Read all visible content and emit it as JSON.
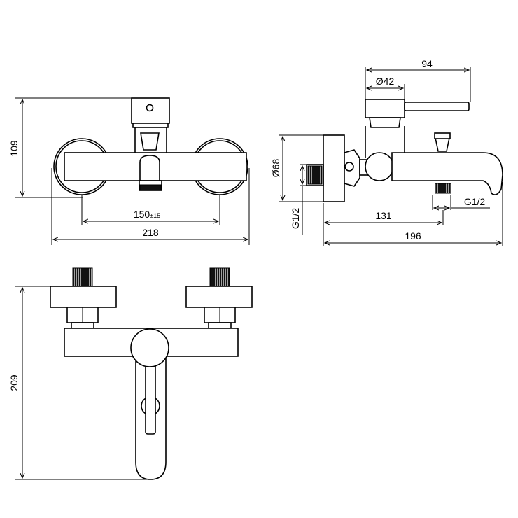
{
  "dimensions": {
    "front_height": "109",
    "centers": "150",
    "centers_tolerance": "±15",
    "front_width": "218",
    "handle_diameter": "Ø42",
    "lever_reach": "94",
    "body_diameter": "Ø68",
    "inlet_thread": "G1/2",
    "outlet_thread": "G1/2",
    "spout_offset": "131",
    "side_depth": "196",
    "top_depth": "209"
  },
  "colors": {
    "line": "#000000",
    "thread": "#111111",
    "background": "#ffffff"
  }
}
